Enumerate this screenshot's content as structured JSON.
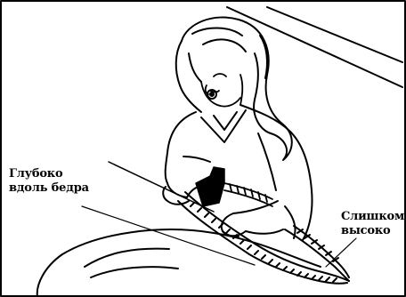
{
  "labels": {
    "deep_along_thigh": {
      "line1": "Глубоко",
      "line2": "вдоль бедра"
    },
    "too_high": {
      "line1": "Слишком",
      "line2": "высоко"
    }
  },
  "colors": {
    "ink": "#000000",
    "paper": "#ffffff"
  }
}
